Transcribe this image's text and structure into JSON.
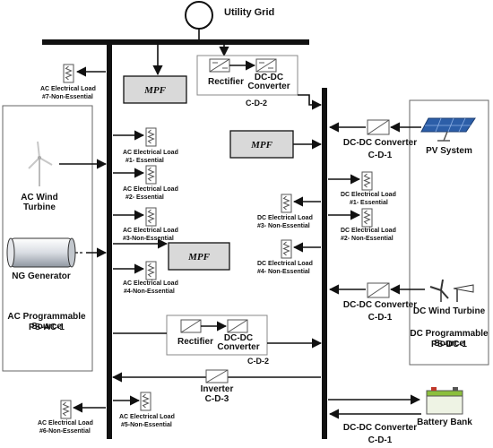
{
  "grid": {
    "label": "Utility Grid"
  },
  "mpf": {
    "label": "MPF"
  },
  "converters": {
    "top_rectifier": "Rectifier",
    "top_dcdc": "DC-DC Converter",
    "top_id": "C-D-2",
    "mid_rectifier": "Rectifier",
    "mid_dcdc": "DC-DC Converter",
    "mid_id": "C-D-2",
    "inverter": "Inverter",
    "inverter_id": "C-D-3",
    "pv_dcdc": "DC-DC Converter",
    "pv_id": "C-D-1",
    "wind_dcdc": "DC-DC Converter",
    "wind_id": "C-D-1",
    "batt_dcdc": "DC-DC Converter",
    "batt_id": "C-D-1"
  },
  "ac_loads": [
    {
      "title": "AC Electrical Load",
      "sub": "#7-Non-Essential"
    },
    {
      "title": "AC Electrical Load",
      "sub": "#1- Essential"
    },
    {
      "title": "AC Electrical Load",
      "sub": "#2- Essential"
    },
    {
      "title": "AC Electrical Load",
      "sub": "#3-Non-Essential"
    },
    {
      "title": "AC Electrical Load",
      "sub": "#4-Non-Essential"
    },
    {
      "title": "AC Electrical Load",
      "sub": "#5-Non-Essential"
    },
    {
      "title": "AC Electrical Load",
      "sub": "#6-Non-Essential"
    }
  ],
  "dc_loads": [
    {
      "title": "DC Electrical Load",
      "sub": "#1- Essential"
    },
    {
      "title": "DC Electrical Load",
      "sub": "#2- Non-Essential"
    },
    {
      "title": "DC Electrical Load",
      "sub": "#3- Non-Essential"
    },
    {
      "title": "DC Electrical Load",
      "sub": "#4- Non-Essential"
    }
  ],
  "sources": {
    "wind_ac": "AC Wind Turbine",
    "ng": "NG Generator",
    "ac_source_title": "AC Programmable Source",
    "ac_source_id": "PS-AC-1",
    "pv": "PV System",
    "wind_dc": "DC Wind Turbine",
    "dc_source_title": "DC Programmable Source",
    "dc_source_id": "PS-DC-1",
    "battery": "Battery Bank"
  }
}
